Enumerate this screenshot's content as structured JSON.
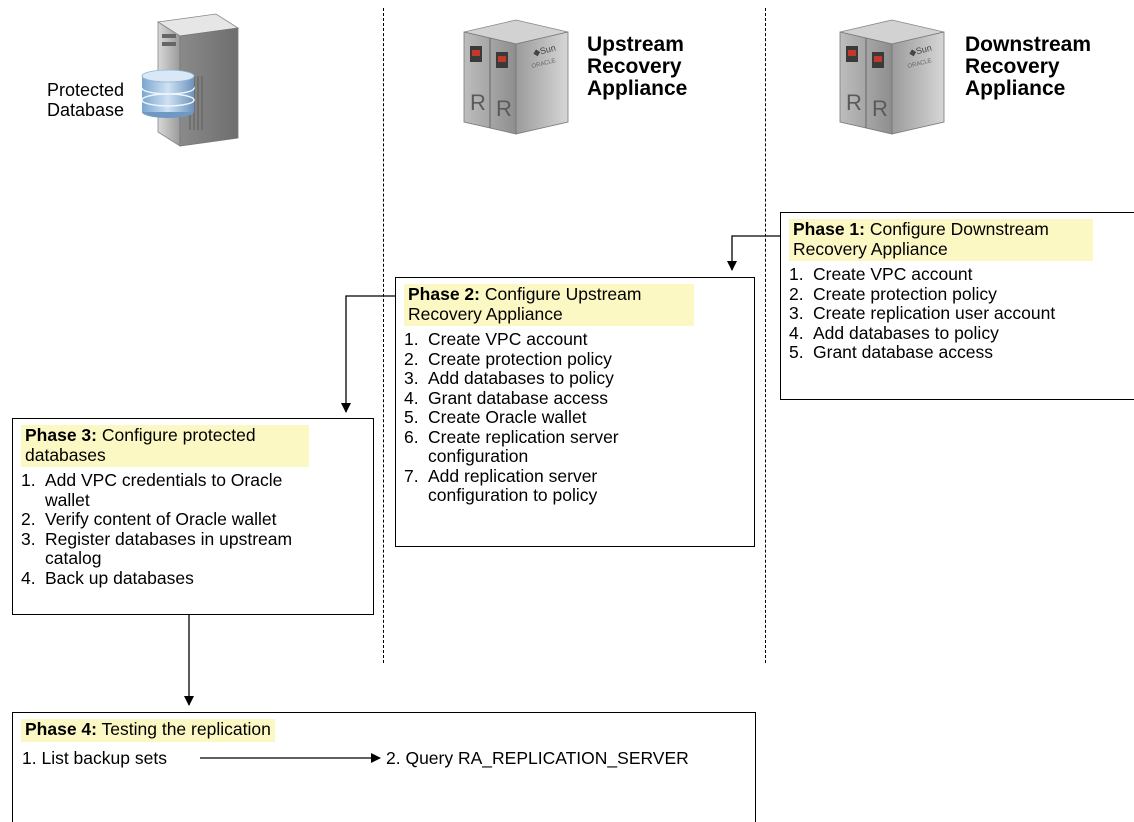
{
  "servers": {
    "protected_db_label": "Protected\nDatabase",
    "upstream_label": "Upstream\nRecovery\nAppliance",
    "downstream_label": "Downstream\nRecovery\nAppliance",
    "appliance_brand": "Sun",
    "appliance_sub": "ORACLE",
    "appliance_letter": "R"
  },
  "phases": [
    {
      "id": "phase1",
      "title_bold": "Phase 1:",
      "title_rest": " Configure Downstream Recovery Appliance",
      "steps": [
        {
          "num": "1.",
          "text": "Create VPC account"
        },
        {
          "num": "2.",
          "text": "Create protection policy"
        },
        {
          "num": "3.",
          "text": "Create replication user account"
        },
        {
          "num": "4.",
          "text": "Add databases to policy"
        },
        {
          "num": "5.",
          "text": "Grant database access"
        }
      ]
    },
    {
      "id": "phase2",
      "title_bold": "Phase 2:",
      "title_rest": " Configure Upstream Recovery Appliance",
      "steps": [
        {
          "num": "1.",
          "text": "Create VPC account"
        },
        {
          "num": "2.",
          "text": "Create protection policy"
        },
        {
          "num": "3.",
          "text": "Add databases to policy"
        },
        {
          "num": "4.",
          "text": "Grant database access"
        },
        {
          "num": "5.",
          "text": "Create Oracle wallet"
        },
        {
          "num": "6.",
          "text": "Create replication server\nconfiguration"
        },
        {
          "num": "7.",
          "text": "Add replication server\nconfiguration to policy"
        }
      ]
    },
    {
      "id": "phase3",
      "title_bold": "Phase 3:",
      "title_rest": " Configure protected databases",
      "steps": [
        {
          "num": "1.",
          "text": "Add VPC credentials to Oracle\nwallet"
        },
        {
          "num": "2.",
          "text": "Verify content of Oracle wallet"
        },
        {
          "num": "3.",
          "text": "Register databases in upstream\ncatalog"
        },
        {
          "num": "4.",
          "text": "Back up databases"
        }
      ]
    }
  ],
  "phase4": {
    "title_bold": "Phase 4:",
    "title_rest": " Testing the replication",
    "step1": "1. List backup sets",
    "step2": "2. Query RA_REPLICATION_SERVER"
  }
}
